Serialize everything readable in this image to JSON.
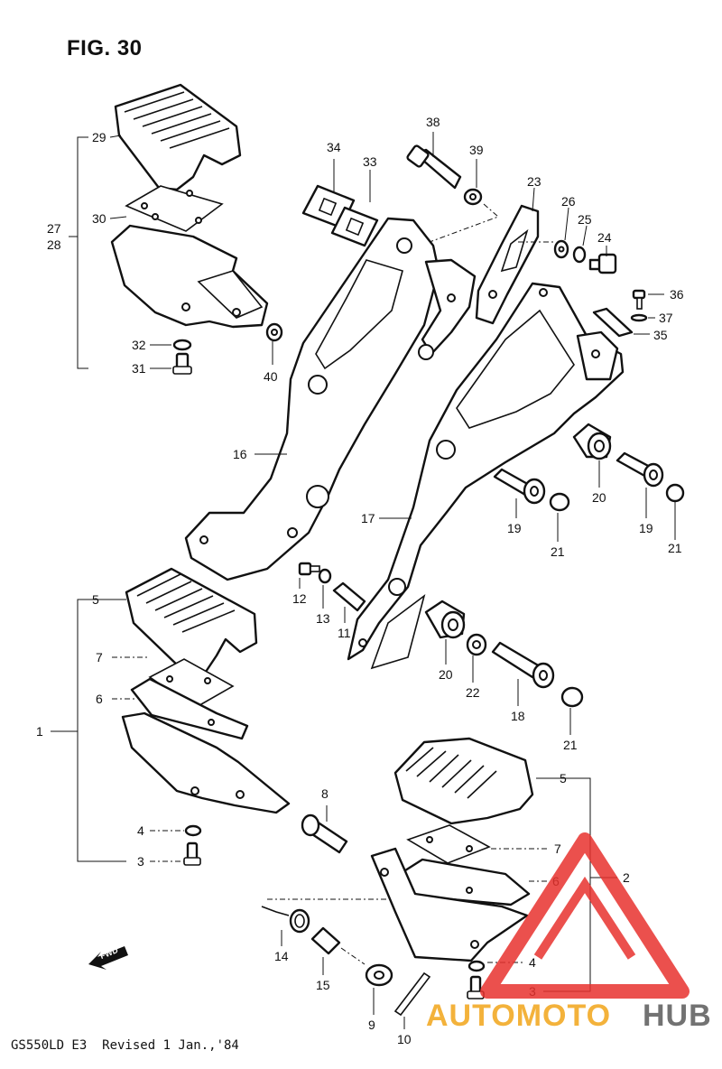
{
  "figure": {
    "title": "FIG. 30"
  },
  "footer": {
    "text": "GS550LD E3  Revised 1 Jan.,'84"
  },
  "direction_arrow": {
    "label": "FWD",
    "icon": "fwd-arrow-icon"
  },
  "callouts": {
    "c1": "1",
    "c2": "2",
    "c3a": "3",
    "c3b": "3",
    "c4a": "4",
    "c4b": "4",
    "c5a": "5",
    "c5b": "5",
    "c6a": "6",
    "c6b": "6",
    "c7a": "7",
    "c7b": "7",
    "c8": "8",
    "c9": "9",
    "c10": "10",
    "c11": "11",
    "c12": "12",
    "c13": "13",
    "c14": "14",
    "c15": "15",
    "c16": "16",
    "c17": "17",
    "c18": "18",
    "c19a": "19",
    "c19b": "19",
    "c20a": "20",
    "c20b": "20",
    "c21a": "21",
    "c21b": "21",
    "c21c": "21",
    "c22": "22",
    "c23": "23",
    "c24": "24",
    "c25": "25",
    "c26": "26",
    "c27": "27",
    "c28": "28",
    "c29": "29",
    "c30": "30",
    "c31": "31",
    "c32": "32",
    "c33": "33",
    "c34": "34",
    "c35": "35",
    "c36": "36",
    "c37": "37",
    "c38": "38",
    "c39": "39",
    "c40": "40"
  },
  "watermark": {
    "brand_part1": "AUTOMOTO",
    "brand_part2": "HUB",
    "color_primary": "#e8322e",
    "color_secondary": "#f2a51a",
    "color_dark": "#5a5a5a"
  }
}
